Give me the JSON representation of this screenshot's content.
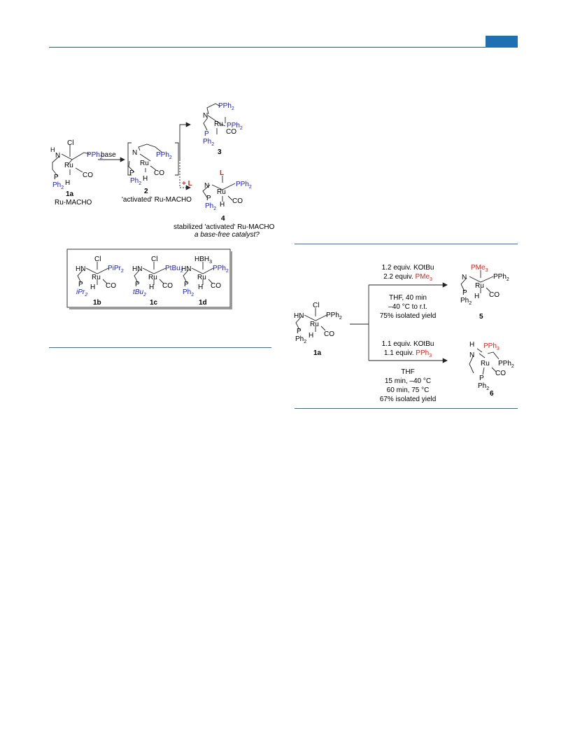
{
  "colors": {
    "accent": "#1f6fb3",
    "blue": "#1a1ad6",
    "red": "#e0201b"
  },
  "scheme1": {
    "base_label": "base",
    "plus_L": "+ L",
    "s1a": {
      "cl": "Cl",
      "n": "N",
      "h": "H",
      "ru": "Ru",
      "pph2": "PPh",
      "sub2": "2",
      "p": "P",
      "ph": "Ph",
      "h2": "H",
      "co": "CO",
      "id": "1a",
      "name": "Ru-MACHO"
    },
    "s2": {
      "n": "N",
      "pph2": "PPh",
      "sub2": "2",
      "ru": "Ru",
      "p": "P",
      "ph": "Ph",
      "h": "H",
      "co": "CO",
      "id": "2",
      "name": "'activated' Ru-MACHO"
    },
    "s3": {
      "pph2": "PPh",
      "sub2": "2",
      "n": "N",
      "ru": "Ru",
      "pph2b": "PPh",
      "co": "CO",
      "p": "P",
      "ph": "Ph",
      "id": "3"
    },
    "s4": {
      "l": "L",
      "n": "N",
      "pph2": "PPh",
      "sub2": "2",
      "ru": "Ru",
      "p": "P",
      "ph": "Ph",
      "h": "H",
      "co": "CO",
      "id": "4",
      "line1": "stabilized 'activated' Ru-MACHO",
      "line2": "a base-free catalyst?"
    }
  },
  "box": {
    "b1": {
      "cl": "Cl",
      "hn": "HN",
      "p_ipr2": "PiPr",
      "sub2": "2",
      "ru": "Ru",
      "p": "P",
      "ipr2": "iPr",
      "h": "H",
      "co": "CO",
      "id": "1b"
    },
    "c1": {
      "cl": "Cl",
      "hn": "HN",
      "p_tbu2": "PtBu",
      "sub2": "2",
      "ru": "Ru",
      "p": "P",
      "tbu2": "tBu",
      "h": "H",
      "co": "CO",
      "id": "1c"
    },
    "d1": {
      "bh3": "HBH",
      "sub3": "3",
      "hn": "HN",
      "pph2": "PPh",
      "sub2": "2",
      "ru": "Ru",
      "p": "P",
      "ph": "Ph",
      "h": "H",
      "co": "CO",
      "id": "1d"
    }
  },
  "scheme2": {
    "s1a": {
      "hn": "HN",
      "cl": "Cl",
      "pph2": "PPh",
      "sub2": "2",
      "ru": "Ru",
      "p": "P",
      "ph": "Ph",
      "h": "H",
      "co": "CO",
      "id": "1a"
    },
    "upper": {
      "l1": "1.2 equiv. KOtBu",
      "l2a": "2.2 equiv. ",
      "l2b": "PMe",
      "sub3": "3",
      "l3": "THF, 40 min",
      "l4": "–40 °C to r.t.",
      "l5": "75% isolated yield"
    },
    "lower": {
      "l1": "1.1 equiv. KOtBu",
      "l2a": "1.1 equiv. ",
      "l2b": "PPh",
      "sub3": "3",
      "l3": "THF",
      "l4": "15 min, –40 °C",
      "l5": "60 min, 75 °C",
      "l6": "67% isolated yield"
    },
    "p5": {
      "pme3": "PMe",
      "sub3": "3",
      "n": "N",
      "pph2": "PPh",
      "sub2": "2",
      "ru": "Ru",
      "p": "P",
      "ph": "Ph",
      "h": "H",
      "co": "CO",
      "id": "5"
    },
    "p6": {
      "h": "H",
      "pph3": "PPh",
      "sub3": "3",
      "n": "N",
      "ru": "Ru",
      "pph2": "PPh",
      "sub2": "2",
      "co": "CO",
      "p": "P",
      "ph": "Ph",
      "id": "6"
    }
  }
}
